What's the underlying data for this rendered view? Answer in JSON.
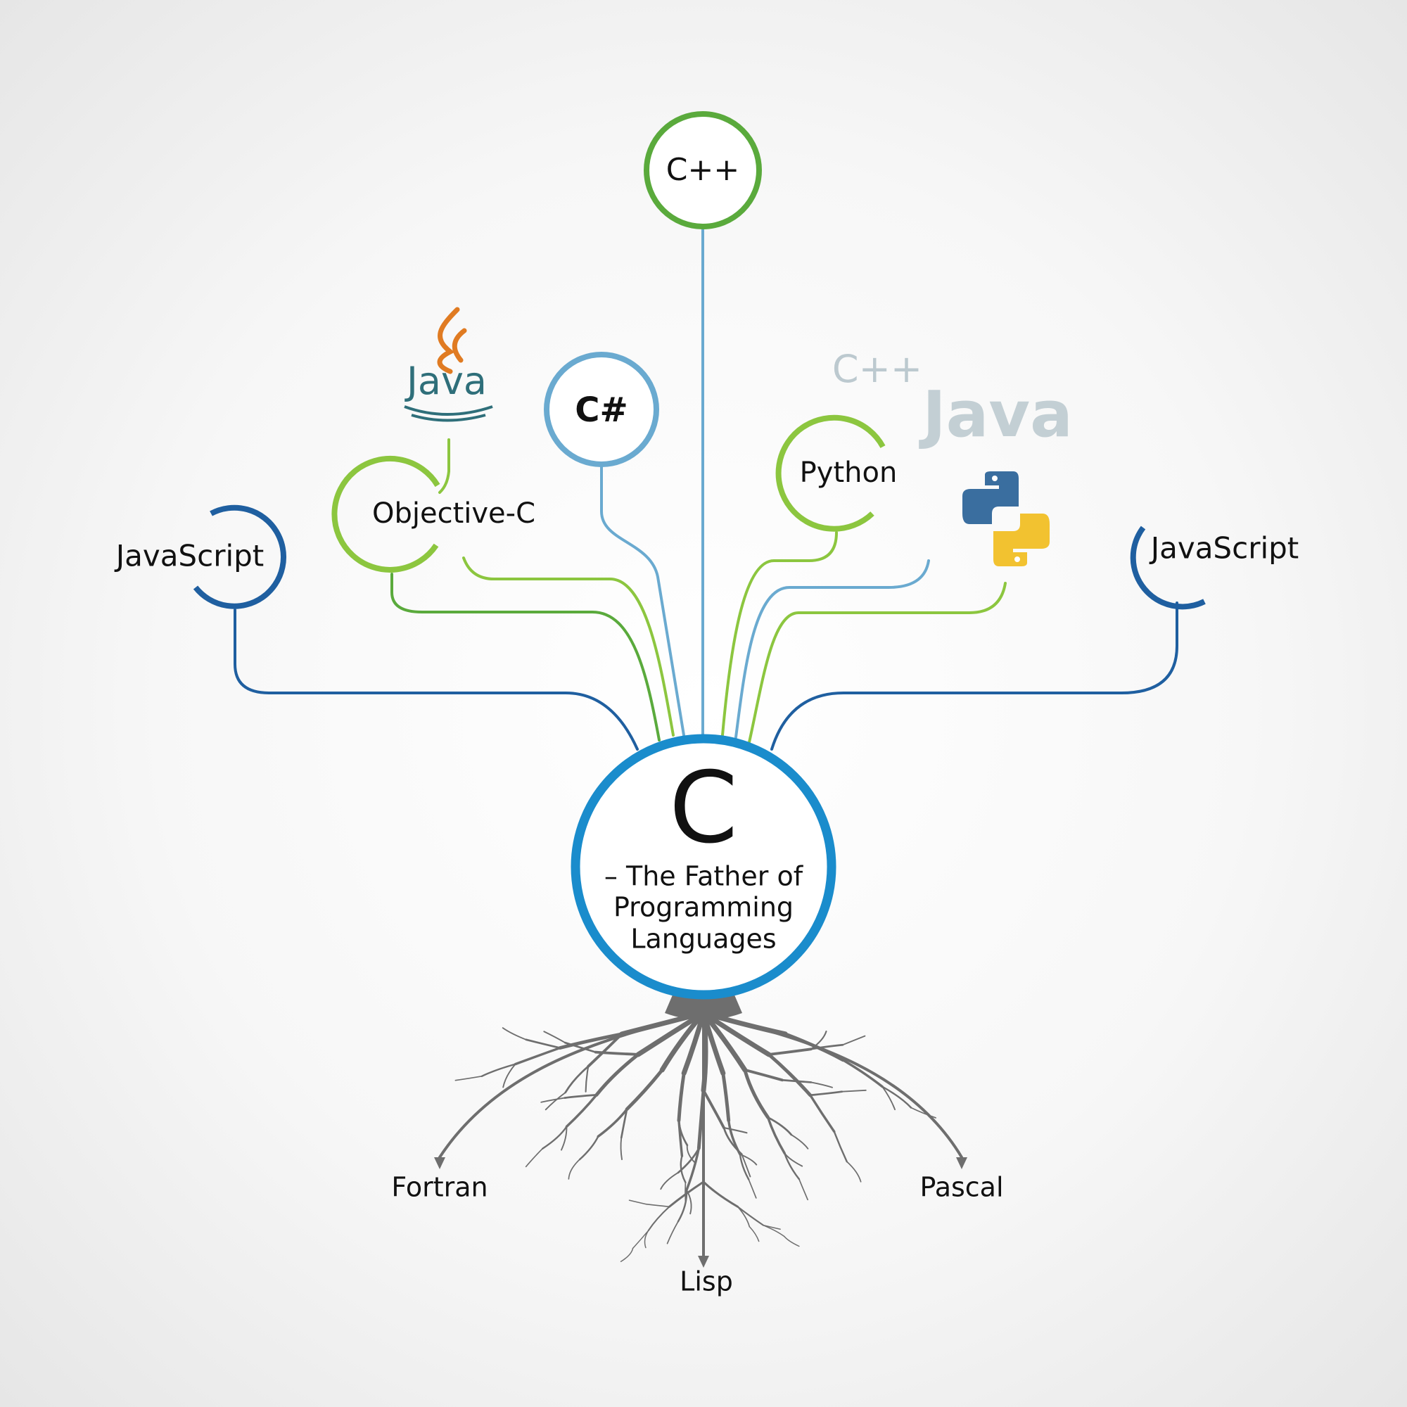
{
  "title": {
    "letter": "C",
    "line1": "– The Father of",
    "line2": "Programming",
    "line3": "Languages"
  },
  "descendants": {
    "cpp": "C++",
    "csharp": "C#",
    "java_logo": "Java",
    "objective_c": "Objective-C",
    "javascript_left": "JavaScript",
    "python": "Python",
    "javascript_right": "JavaScript",
    "ghost_cpp": "C++",
    "ghost_java": "Java"
  },
  "roots": {
    "fortran": "Fortran",
    "lisp": "Lisp",
    "pascal": "Pascal"
  },
  "colors": {
    "main_ring": "#1a8ccc",
    "green": "#5aaa3c",
    "light_green": "#8cc63f",
    "light_blue": "#6aaad0",
    "dark_blue": "#1f5fa0",
    "roots": "#6e6e6e"
  }
}
